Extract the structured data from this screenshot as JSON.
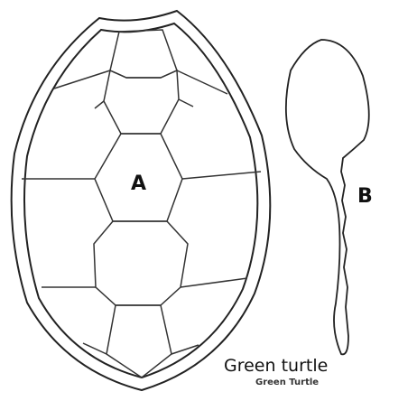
{
  "labels": {
    "carapace": "A",
    "flipper": "B"
  },
  "caption": {
    "main": "Green turtle",
    "sub": "Green Turtle"
  },
  "colors": {
    "stroke": "#222222",
    "background": "#ffffff"
  }
}
